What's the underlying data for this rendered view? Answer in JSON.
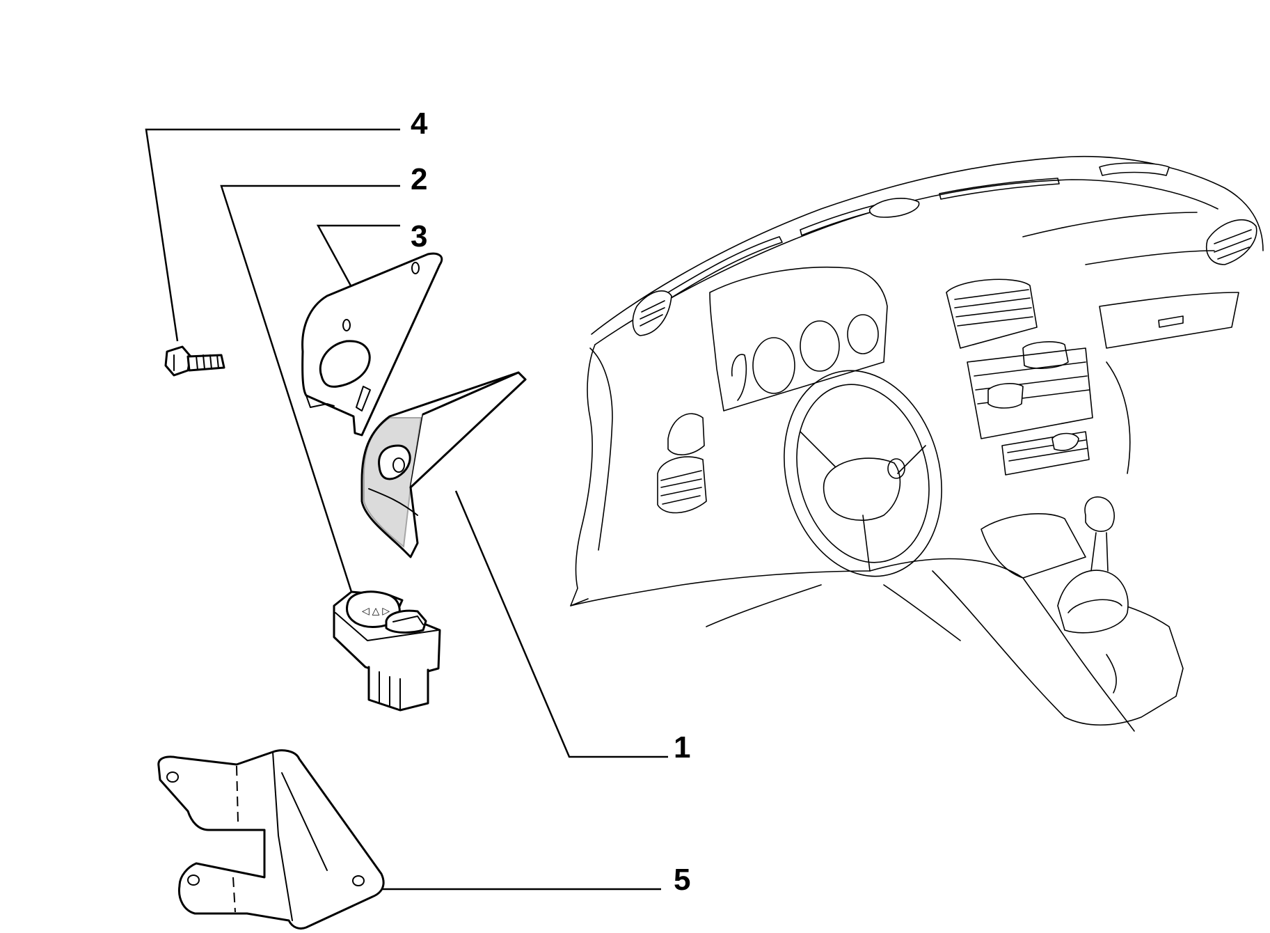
{
  "callouts": [
    {
      "number": "4"
    },
    {
      "number": "2"
    },
    {
      "number": "3"
    },
    {
      "number": "1"
    },
    {
      "number": "5"
    }
  ]
}
